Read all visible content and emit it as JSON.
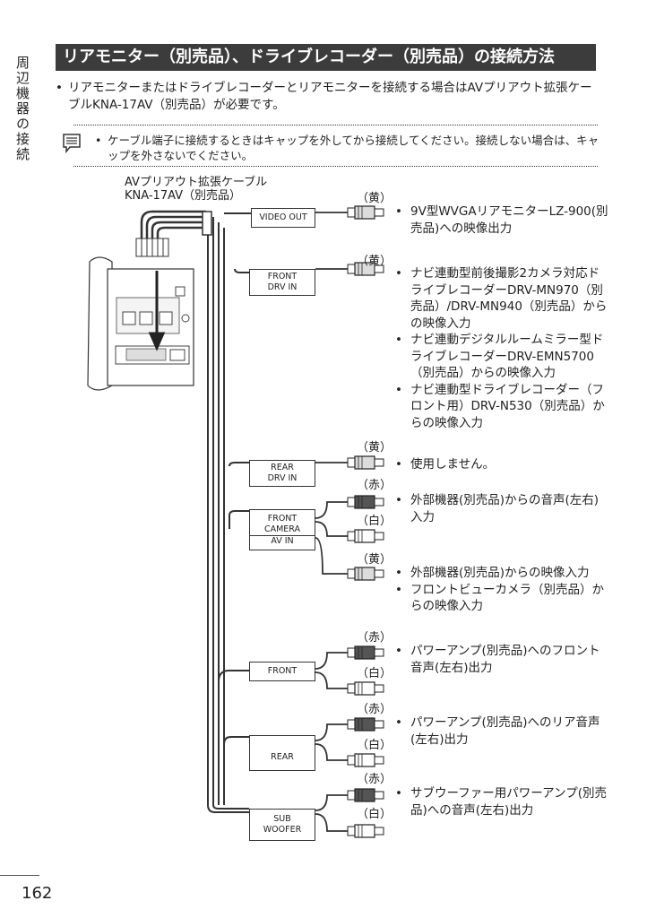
{
  "side_tab": "周辺機器の接続",
  "title": "リアモニター（別売品）、ドライブレコーダー（別売品）の接続方法",
  "intro": {
    "bullet": "•",
    "text": "リアモニターまたはドライブレコーダーとリアモニターを接続する場合はAVプリアウト拡張ケーブルKNA-17AV（別売品）が必要です。"
  },
  "note": {
    "bullet": "•",
    "text": "ケーブル端子に接続するときはキャップを外してから接続してください。接続しない場合は、キャップを外さないでください。"
  },
  "cable": {
    "line1": "AVプリアウト拡張ケーブル",
    "line2": "KNA-17AV（別売品）"
  },
  "ports": {
    "video_out": "VIDEO OUT",
    "front_drv": [
      "FRONT",
      "DRV IN"
    ],
    "rear_drv": [
      "REAR",
      "DRV IN"
    ],
    "front_camera": [
      "FRONT",
      "CAMERA",
      "AV IN"
    ],
    "front": "FRONT",
    "rear": "REAR",
    "sub_woofer": [
      "SUB",
      "WOOFER"
    ]
  },
  "colors_text": {
    "yellow": "（黄）",
    "red": "（赤）",
    "white": "（白）"
  },
  "descriptions": {
    "video_out": [
      "9V型WVGAリアモニターLZ-900(別売品)への映像出力"
    ],
    "front_drv": [
      "ナビ連動型前後撮影2カメラ対応ドライブレコーダーDRV-MN970（別売品）/DRV-MN940（別売品）からの映像入力",
      "ナビ連動デジタルルームミラー型ドライブレコーダーDRV-EMN5700（別売品）からの映像入力",
      "ナビ連動型ドライブレコーダー（フロント用）DRV-N530（別売品）からの映像入力"
    ],
    "rear_drv": [
      "使用しません。"
    ],
    "front_camera_audio": [
      "外部機器(別売品)からの音声(左右)入力"
    ],
    "front_camera_video": [
      "外部機器(別売品)からの映像入力",
      "フロントビューカメラ（別売品）からの映像入力"
    ],
    "front": [
      "パワーアンプ(別売品)へのフロント音声(左右)出力"
    ],
    "rear": [
      "パワーアンプ(別売品)へのリア音声(左右)出力"
    ],
    "sub_woofer": [
      "サブウーファー用パワーアンプ(別売品)への音声(左右)出力"
    ]
  },
  "bullet": "•",
  "page_number": "162",
  "jack_colors": {
    "red": "#555555",
    "white": "#ffffff",
    "yellow": "#dcdcdc"
  }
}
